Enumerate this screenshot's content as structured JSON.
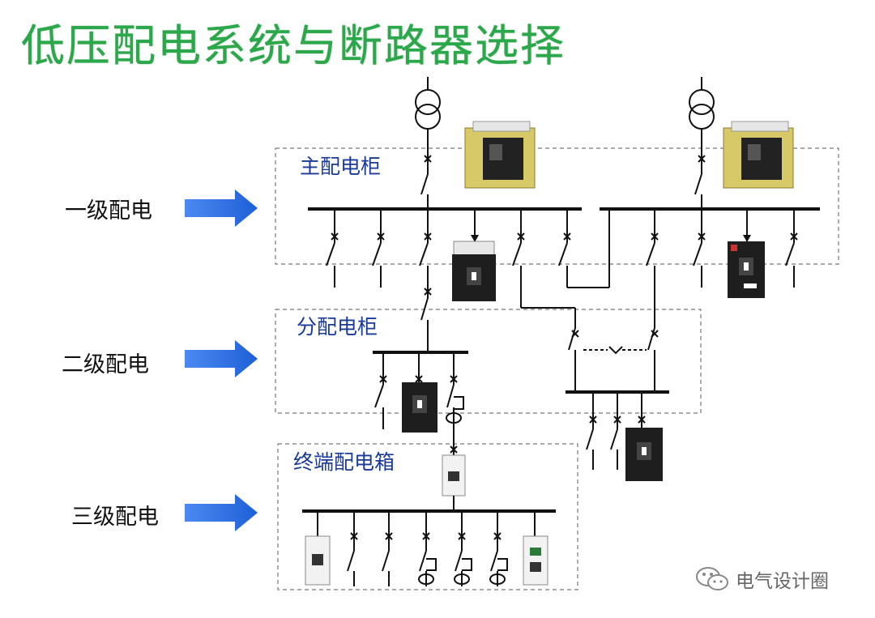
{
  "title": "低压配电系统与断路器选择",
  "levels": [
    {
      "label": "一级配电"
    },
    {
      "label": "二级配电"
    },
    {
      "label": "三级配电"
    }
  ],
  "cabinets": [
    {
      "label": "主配电柜"
    },
    {
      "label": "分配电柜"
    },
    {
      "label": "终端配电箱"
    }
  ],
  "watermark": {
    "text": "电气设计圈",
    "icon": "wechat-icon"
  },
  "colors": {
    "title": "#2aa84a",
    "arrow": "#2f6fe0",
    "cabinet_label": "#1a3a9a",
    "lines": "#111111"
  }
}
